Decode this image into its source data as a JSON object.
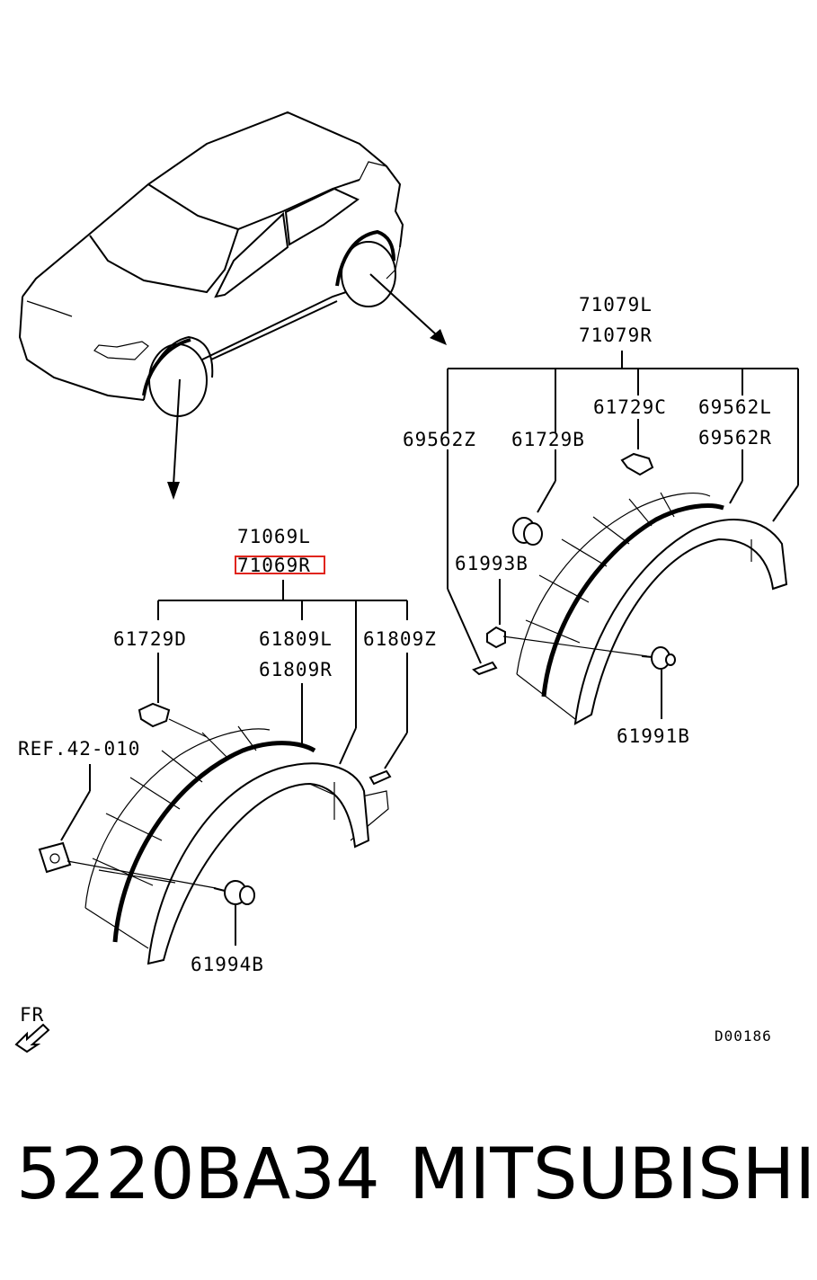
{
  "labels": {
    "front_assy_l": "71069L",
    "front_assy_r": "71069R",
    "front_clip_d": "61729D",
    "front_mold_l": "61809L",
    "front_mold_r": "61809R",
    "front_mold_z": "61809Z",
    "ref": "REF.42-010",
    "front_screw": "61994B",
    "rear_assy_l": "71079L",
    "rear_assy_r": "71079R",
    "rear_clip_c": "61729C",
    "rear_mold_l": "69562L",
    "rear_mold_r": "69562R",
    "rear_mold_z": "69562Z",
    "rear_clip_b": "61729B",
    "rear_nut_b": "61993B",
    "rear_screw_b": "61991B",
    "fr": "FR",
    "diagram_code": "D00186"
  },
  "highlight": {
    "color": "#e0241b",
    "target": "front_assy_r"
  },
  "caption": {
    "part_number": "5220BA34",
    "brand": "MITSUBISHI"
  }
}
